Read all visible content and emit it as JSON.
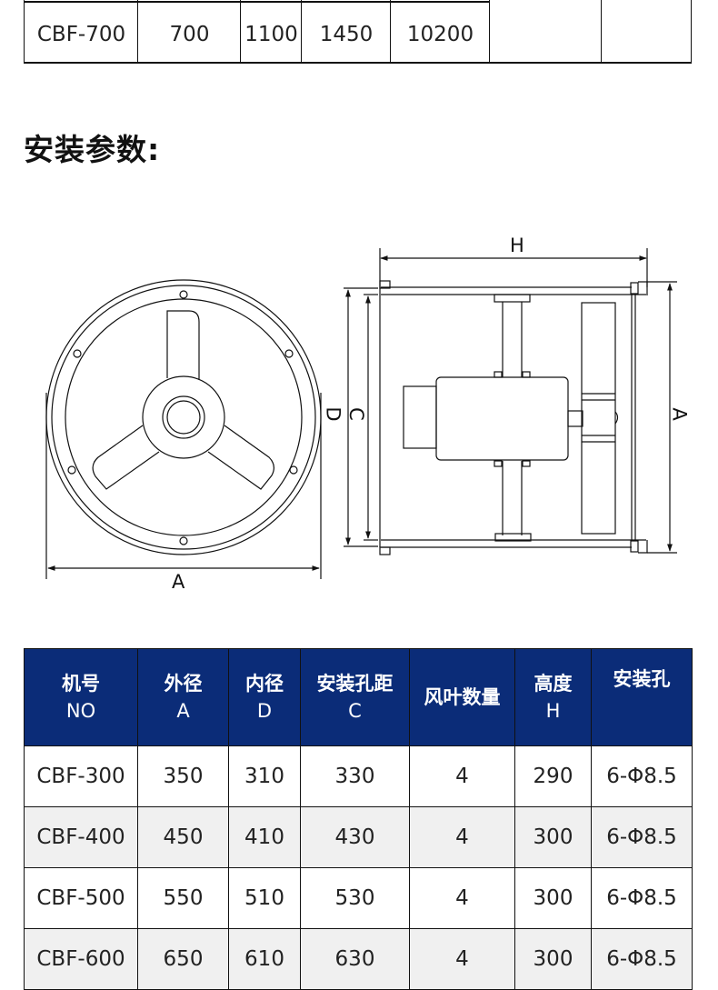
{
  "top_table": {
    "partial_row": [
      "CBF-700",
      "700",
      "1100",
      "1450",
      "10200",
      "",
      ""
    ]
  },
  "section": {
    "title": "安装参数:"
  },
  "diagram": {
    "front_view": {
      "dimension_label": "A"
    },
    "side_view": {
      "labels": {
        "top": "H",
        "left_outer": "D",
        "left_inner": "C",
        "right": "A"
      }
    }
  },
  "spec_table": {
    "header_color": "#0b2c78",
    "columns": [
      {
        "cn": "机号",
        "en": "NO"
      },
      {
        "cn": "外径",
        "en": "A"
      },
      {
        "cn": "内径",
        "en": "D"
      },
      {
        "cn": "安装孔距",
        "en": "C"
      },
      {
        "cn": "风叶数量",
        "en": ""
      },
      {
        "cn": "高度",
        "en": "H"
      },
      {
        "cn": "安装孔",
        "en": ""
      }
    ],
    "rows": [
      [
        "CBF-300",
        "350",
        "310",
        "330",
        "4",
        "290",
        "6-Φ8.5"
      ],
      [
        "CBF-400",
        "450",
        "410",
        "430",
        "4",
        "300",
        "6-Φ8.5"
      ],
      [
        "CBF-500",
        "550",
        "510",
        "530",
        "4",
        "300",
        "6-Φ8.5"
      ],
      [
        "CBF-600",
        "650",
        "610",
        "630",
        "4",
        "300",
        "6-Φ8.5"
      ]
    ]
  }
}
